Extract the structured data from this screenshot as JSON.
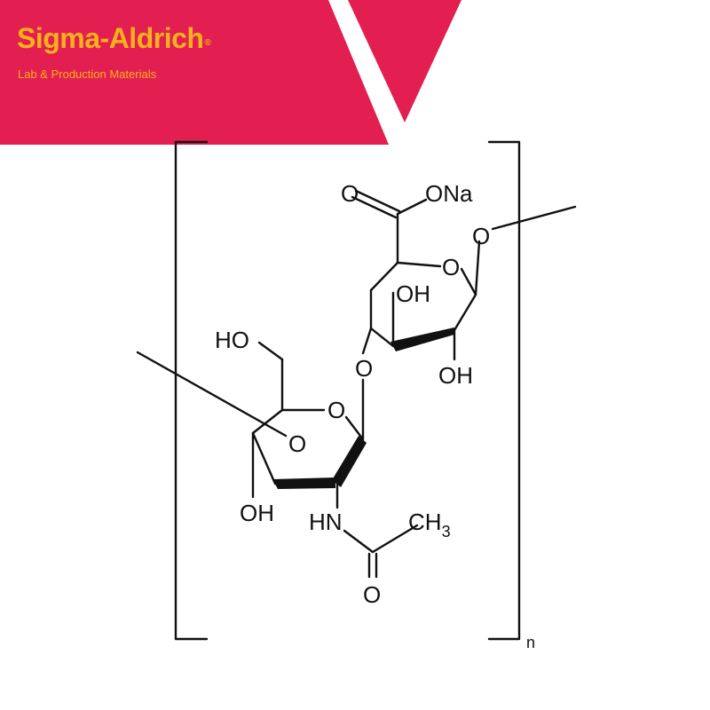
{
  "brand": {
    "name": "Sigma-Aldrich",
    "registered_mark": "®",
    "tagline": "Lab & Production Materials",
    "colors": {
      "banner": "#e31e51",
      "text": "#f5b21b"
    }
  },
  "structure": {
    "labels": {
      "carboxylate": "O",
      "sodium_salt": "ONa",
      "ring_oxygen_top": "O",
      "oxygen_right_link": "O",
      "hydroxyl_upper": "OH",
      "hydroxyl_right": "OH",
      "glycosidic_oxygen": "O",
      "hydroxymethyl": "HO",
      "ring_oxygen_bottom": "O",
      "oxygen_left_link": "O",
      "hydroxyl_lower": "OH",
      "amide_nh": "HN",
      "methyl": "CH",
      "methyl_subscript": "3",
      "carbonyl_oxygen": "O",
      "repeat_subscript": "n"
    }
  }
}
